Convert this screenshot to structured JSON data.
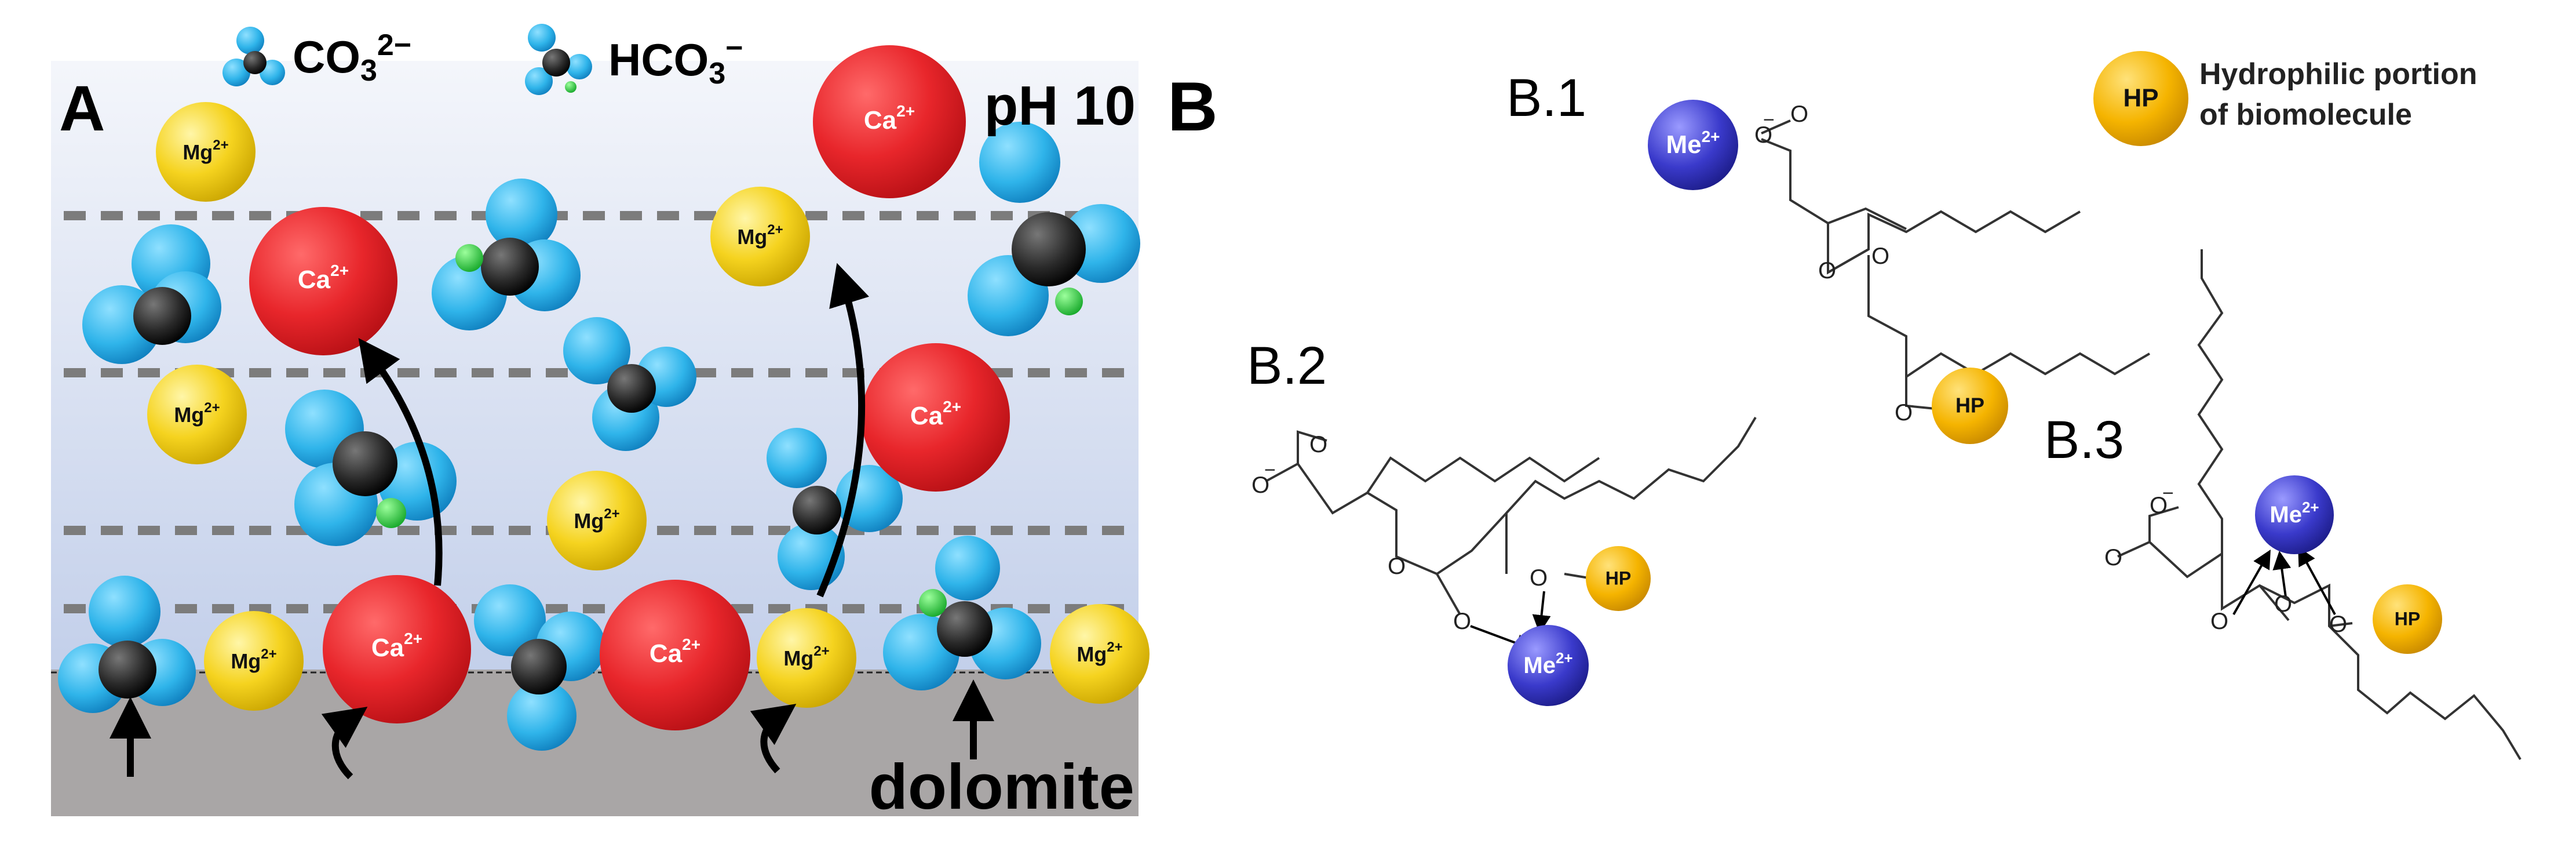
{
  "panel_a": {
    "label": "A",
    "ph_label": "pH 10",
    "surface_label": "dolomite",
    "legend": [
      {
        "formula": "CO",
        "sub": "3",
        "sup": "2−",
        "icon": "carbonate-molecule-icon"
      },
      {
        "formula": "HCO",
        "sub": "3",
        "sup": "−",
        "icon": "bicarbonate-molecule-icon"
      }
    ],
    "ions": {
      "ca": {
        "symbol": "Ca",
        "charge": "2+",
        "color": "#e8262b"
      },
      "mg": {
        "symbol": "Mg",
        "charge": "2+",
        "color": "#f5d31f"
      }
    },
    "colors": {
      "oxygen": "#2fb4ea",
      "carbon": "#2a2a2a",
      "hydrogen": "#2ecc40",
      "substrate": "#a9a6a6"
    }
  },
  "panel_b": {
    "label": "B",
    "sub_labels": [
      "B.1",
      "B.2",
      "B.3"
    ],
    "legend_badge": "HP",
    "legend_text": [
      "Hydrophilic portion",
      "of biomolecule"
    ],
    "metal": {
      "symbol": "Me",
      "charge": "2+",
      "color": "#3a3acb"
    },
    "hp_badge": "HP",
    "hp_color": "#f5b400",
    "oxygen_label": "O",
    "minus": "−"
  }
}
